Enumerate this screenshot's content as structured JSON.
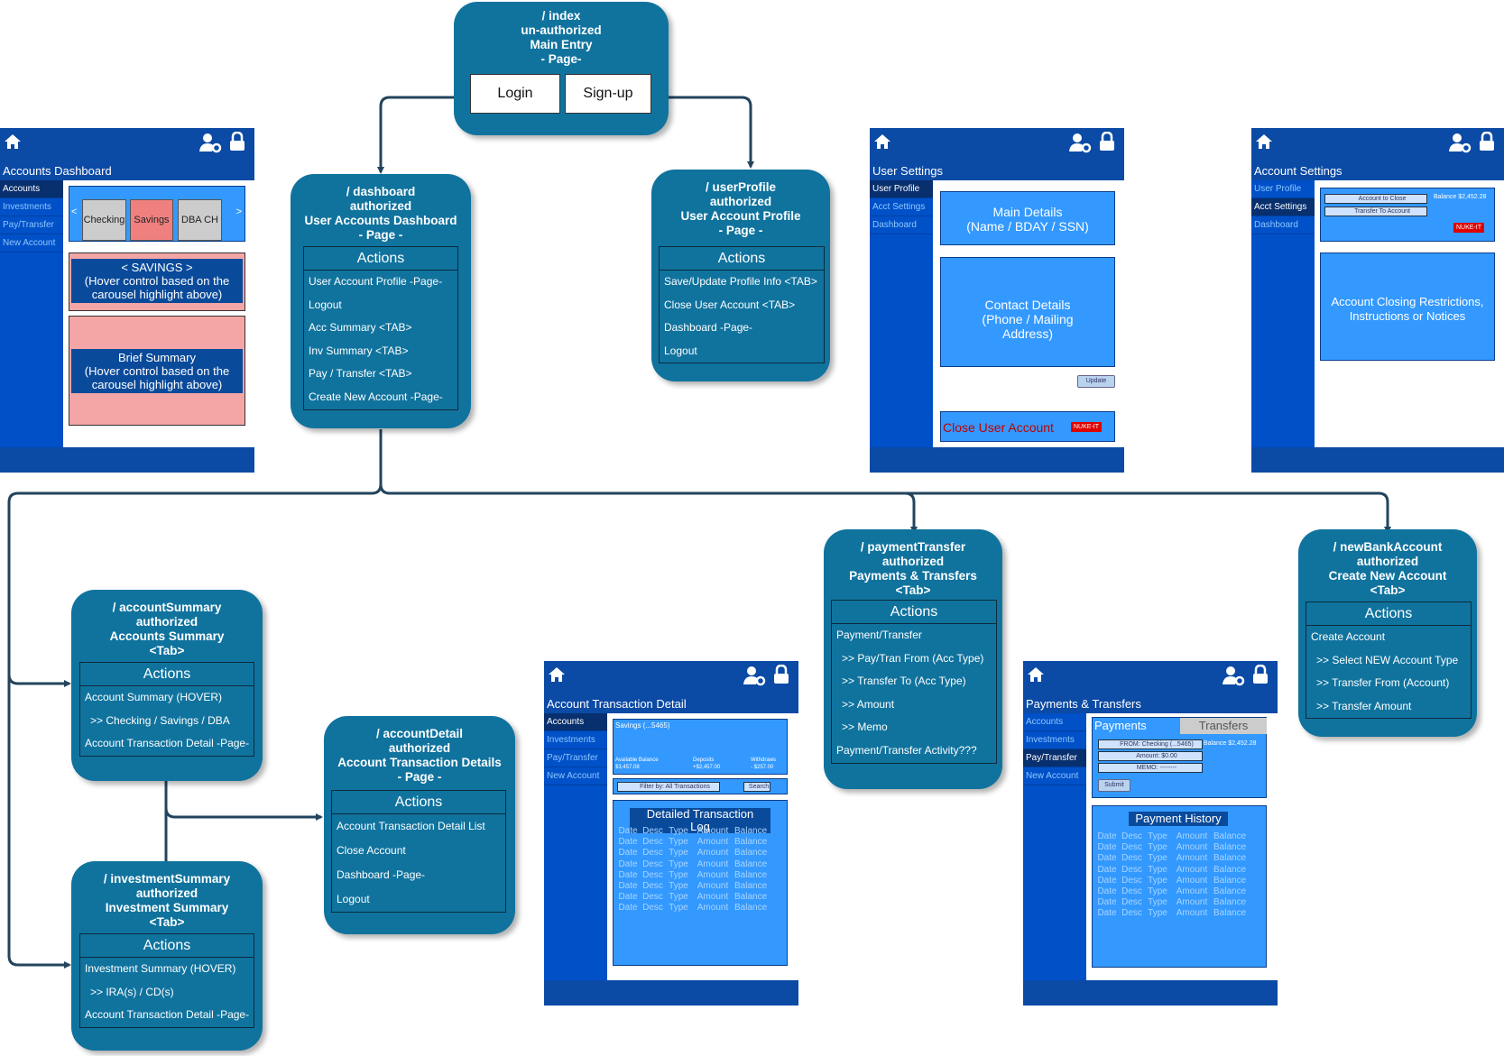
{
  "nodes": {
    "index": {
      "title": "/ index\nun-authorized\nMain Entry\n- Page-",
      "login": "Login",
      "signup": "Sign-up"
    },
    "dashboard": {
      "title": "/ dashboard\nauthorized\nUser Accounts Dashboard\n- Page -",
      "actions_label": "Actions",
      "actions": [
        "User Account Profile -Page-",
        "Logout",
        "Acc Summary <TAB>",
        "Inv Summary <TAB>",
        "Pay / Transfer <TAB>",
        "Create New Account -Page-"
      ]
    },
    "userProfile": {
      "title": "/ userProfile\nauthorized\nUser Account Profile\n- Page -",
      "actions_label": "Actions",
      "actions": [
        "Save/Update Profile Info <TAB>",
        "Close User Account  <TAB>",
        "Dashboard -Page-",
        "Logout"
      ]
    },
    "paymentTransfer": {
      "title": "/ paymentTransfer\nauthorized\nPayments & Transfers\n<Tab>",
      "actions_label": "Actions",
      "actions": [
        "Payment/Transfer",
        ">> Pay/Tran From (Acc Type)",
        ">> Transfer To (Acc Type)",
        ">> Amount",
        ">> Memo",
        "Payment/Transfer Activity???"
      ]
    },
    "newBankAccount": {
      "title": "/ newBankAccount\nauthorized\nCreate New Account\n<Tab>",
      "actions_label": "Actions",
      "actions": [
        "Create Account",
        ">> Select NEW Account Type",
        ">> Transfer From (Account)",
        ">> Transfer Amount"
      ]
    },
    "accountSummary": {
      "title": "/ accountSummary\nauthorized\nAccounts Summary\n<Tab>",
      "actions_label": "Actions",
      "actions": [
        "Account Summary (HOVER)",
        ">> Checking / Savings / DBA",
        "Account Transaction Detail -Page-"
      ]
    },
    "investmentSummary": {
      "title": "/ investmentSummary\nauthorized\nInvestment Summary\n<Tab>",
      "actions_label": "Actions",
      "actions": [
        "Investment Summary (HOVER)",
        ">> IRA(s) / CD(s)",
        "Account Transaction Detail -Page-"
      ]
    },
    "accountDetail": {
      "title": "/ accountDetail\nauthorized\nAccount Transaction Details\n- Page -",
      "actions_label": "Actions",
      "actions": [
        "Account Transaction Detail List",
        "Close Account",
        "Dashboard -Page-",
        "Logout"
      ]
    }
  },
  "mockups": {
    "accountsDashboard": {
      "title": "Accounts Dashboard",
      "nav": [
        "Accounts",
        "Investments",
        "Pay/Transfer",
        "New Account"
      ],
      "prev": "<",
      "next": ">",
      "tabs": [
        "Checking",
        "Savings",
        "DBA CH"
      ],
      "savings_box": "< SAVINGS >\n(Hover control based on the\ncarousel highlight above)",
      "summary_box": "Brief Summary\n(Hover control based on the\ncarousel highlight above)"
    },
    "userSettings": {
      "title": "User Settings",
      "nav": [
        "User Profile",
        "Acct Settings",
        "Dashboard"
      ],
      "main_details": "Main Details\n(Name / BDAY / SSN)",
      "contact_details": "Contact Details\n(Phone / Mailing\nAddress)",
      "update": "Update",
      "close_user": "Close User Account",
      "nuke": "NUKE-IT"
    },
    "accountSettings": {
      "title": "Account Settings",
      "nav": [
        "User Profile",
        "Acct Settings",
        "Dashboard"
      ],
      "field1": "Account to Close",
      "field2": "Transfer To Account",
      "balance": "Balance $2,452.28",
      "nuke": "NUKE-IT",
      "notice": "Account Closing Restrictions,\nInstructions or Notices"
    },
    "transactionDetail": {
      "title": "Account Transaction Detail",
      "nav": [
        "Accounts",
        "Investments",
        "Pay/Transfer",
        "New Account"
      ],
      "acct": "Savings (...5465)",
      "avail_label": "Available Balance",
      "avail_val": "$3,457.08",
      "dep_label": "Deposits",
      "dep_val": "+$2,457.00",
      "wd_label": "Withdraws",
      "wd_val": "- $257.00",
      "filter": "Filter by: All Transactions",
      "search": "Search",
      "log_title": "Detailed Transaction\nLog",
      "cols": [
        "Date",
        "Desc",
        "Type",
        "Amount",
        "Balance"
      ],
      "row_count": 8
    },
    "paymentsTransfers": {
      "title": "Payments & Transfers",
      "nav": [
        "Accounts",
        "Investments",
        "Pay/Transfer",
        "New Account"
      ],
      "tab_pay": "Payments",
      "tab_tr": "Transfers",
      "from": "FROM: Checking (...5465)",
      "amount": "Amount: $0.00",
      "memo": "MEMO: --------",
      "balance": "Balance $2,452.28",
      "submit": "Submit",
      "history_title": "Payment History",
      "cols": [
        "Date",
        "Desc",
        "Type",
        "Amount",
        "Balance"
      ],
      "row_count": 8
    }
  },
  "colors": {
    "node": "#10739e",
    "connector": "#23445d",
    "mock_header": "#0b4aa5",
    "mock_sidebar": "#0050c8",
    "panel": "#3399ff",
    "pink": "#f4a6a6",
    "nuke": "#e00000"
  },
  "icons": [
    "home-icon",
    "user-settings-icon",
    "lock-icon",
    "arrow-icon"
  ]
}
